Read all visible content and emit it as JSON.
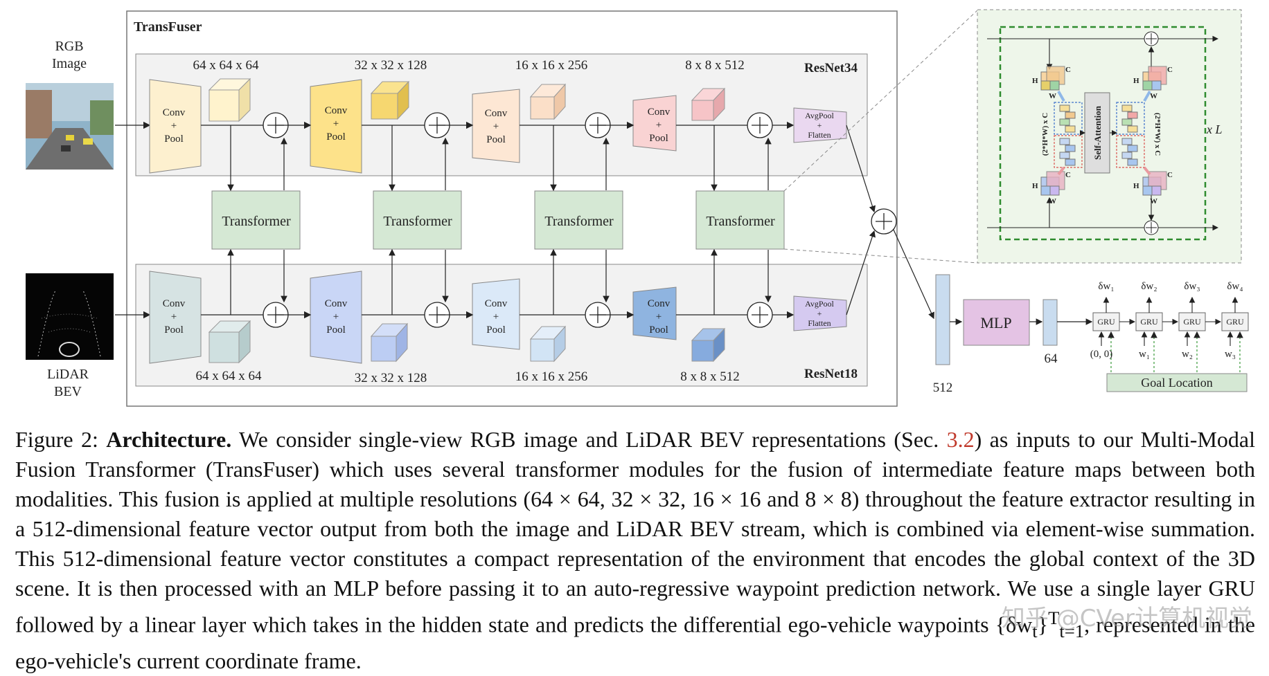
{
  "figure": {
    "main_title": "TransFuser",
    "rgb_label_1": "RGB",
    "rgb_label_2": "Image",
    "lidar_label_1": "LiDAR",
    "lidar_label_2": "BEV",
    "resnet_top": "ResNet34",
    "resnet_bottom": "ResNet18",
    "top_dims": [
      "64 x 64 x 64",
      "32 x 32 x 128",
      "16 x 16 x 256",
      "8 x 8 x 512"
    ],
    "bottom_dims": [
      "64 x 64 x 64",
      "32 x 32 x 128",
      "16 x 16 x 256",
      "8 x 8 x 512"
    ],
    "conv": [
      "Conv",
      "+",
      "Pool"
    ],
    "avgpool": [
      "AvgPool",
      "+",
      "Flatten"
    ],
    "transformer_label": "Transformer",
    "mlp": "MLP",
    "dim_512": "512",
    "dim_64": "64",
    "gru": "GRU",
    "deltas": [
      "δw₁",
      "δw₂",
      "δw₃",
      "δw₄"
    ],
    "gru_inputs": [
      "(0, 0)",
      "w₁",
      "w₂",
      "w₃"
    ],
    "goal": "Goal Location",
    "attn": {
      "self_attention": "Self-Attention",
      "seq_left": "(2*H*W) x C",
      "seq_right": "(2*H*W) x C",
      "times_l": "x L",
      "h": "H",
      "w": "W",
      "c": "C"
    }
  },
  "caption": {
    "prefix": "Figure 2: ",
    "bold": "Architecture.",
    "part1": " We consider single-view RGB image and LiDAR BEV representations (Sec. ",
    "ref": "3.2",
    "part2": ") as inputs to our Multi-Modal Fusion Transformer (TransFuser) which uses several transformer modules for the fusion of intermediate feature maps between both modalities. This fusion is applied at multiple resolutions (64 × 64, 32 × 32, 16 × 16 and 8 × 8) throughout the feature extractor resulting in a 512-dimensional feature vector output from both the image and LiDAR BEV stream, which is combined via element-wise summation. This 512-dimensional feature vector constitutes a compact representation of the environment that encodes the global context of the 3D scene. It is then processed with an MLP before passing it to an auto-regressive waypoint prediction network. We use a single layer GRU followed by a linear layer which takes in the hidden state and predicts the differential ego-vehicle waypoints {δw",
    "sub_t": "t",
    "sup_T": "T",
    "sub_range": "t=1",
    "part3": ", represented in the ego-vehicle's current coordinate frame."
  },
  "watermark": "知乎 @CVer计算机视觉"
}
